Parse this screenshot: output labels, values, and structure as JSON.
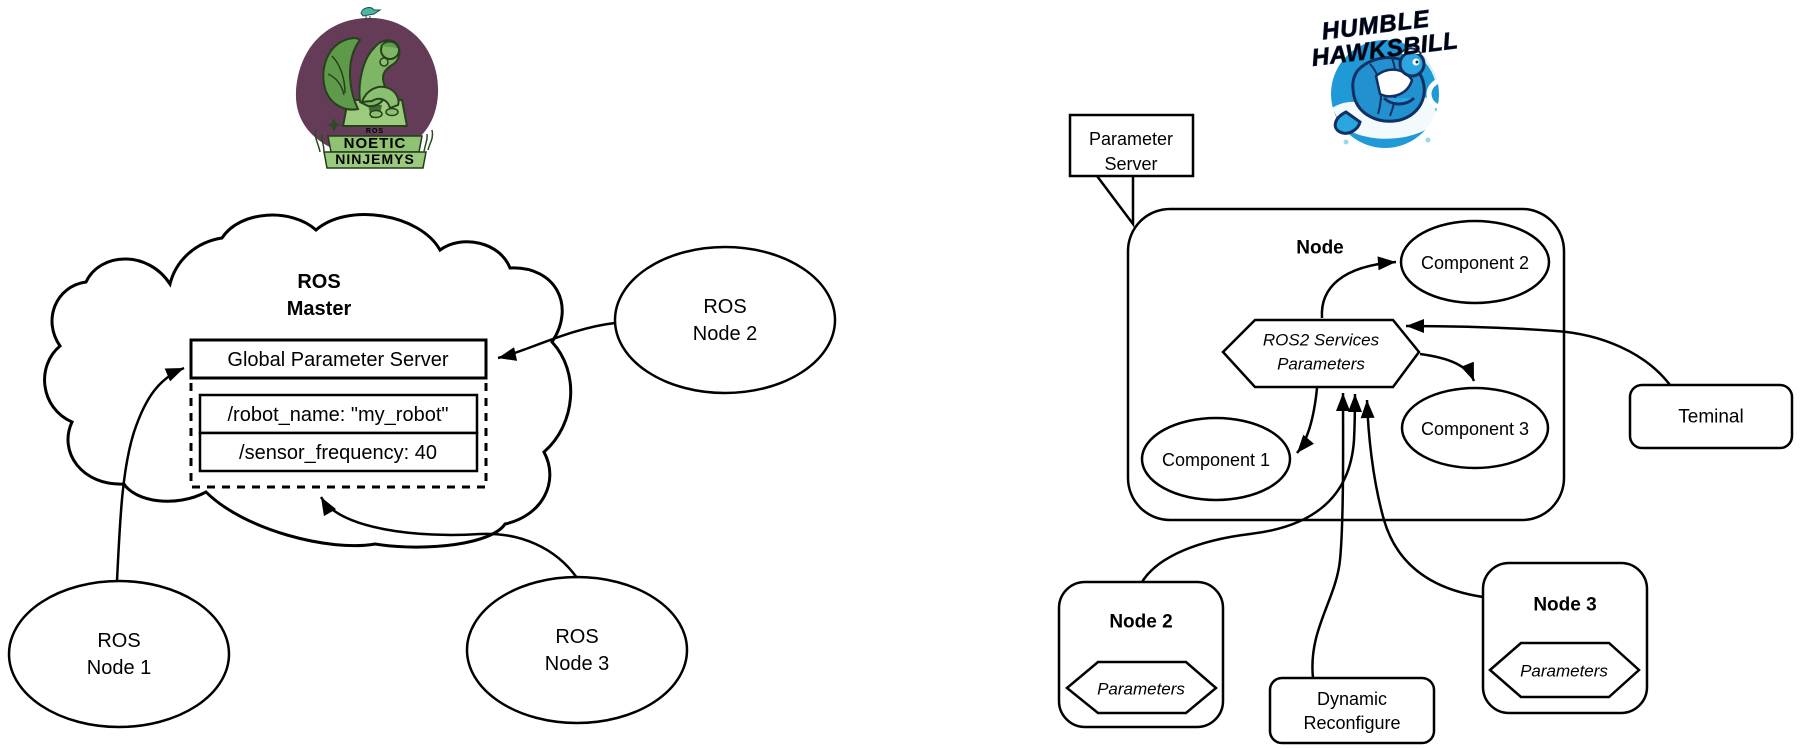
{
  "left": {
    "logo": {
      "line1": "NOETIC",
      "line2": "NINJEMYS",
      "ros_text": "ROS"
    },
    "master_line1": "ROS",
    "master_line2": "Master",
    "gps_label": "Global Parameter Server",
    "param1": "/robot_name: \"my_robot\"",
    "param2": "/sensor_frequency: 40",
    "node1_line1": "ROS",
    "node1_line2": "Node 1",
    "node2_line1": "ROS",
    "node2_line2": "Node 2",
    "node3_line1": "ROS",
    "node3_line2": "Node 3"
  },
  "right": {
    "logo": {
      "line1": "HUMBLE",
      "line2": "HAWKSBILL"
    },
    "callout_line1": "Parameter",
    "callout_line2": "Server",
    "node_label": "Node",
    "comp1": "Component 1",
    "comp2": "Component 2",
    "comp3": "Component 3",
    "hex_line1": "ROS2 Services",
    "hex_line2": "Parameters",
    "terminal_label": "Teminal",
    "node2_title": "Node 2",
    "node2_hex": "Parameters",
    "node3_title": "Node 3",
    "node3_hex": "Parameters",
    "dr_line1": "Dynamic",
    "dr_line2": "Reconfigure"
  },
  "colors": {
    "stroke": "#000000",
    "noetic_purple": "#643c57",
    "noetic_green": "#7fb665",
    "noetic_dark_green": "#27411d",
    "humble_blue": "#1f9ad6",
    "humble_navy": "#123063"
  }
}
